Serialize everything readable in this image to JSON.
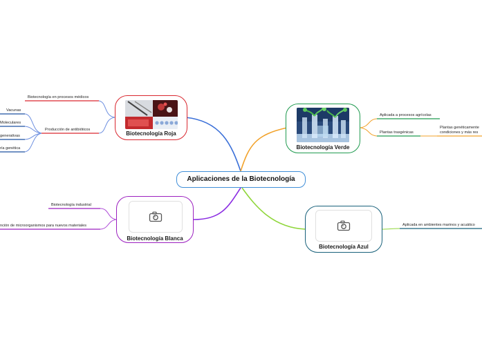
{
  "central": {
    "title": "Aplicaciones de la Biotecnología"
  },
  "nodes": {
    "roja": {
      "title": "Biotecnología Roja",
      "color": "#d9262e"
    },
    "verde": {
      "title": "Biotecnología Verde",
      "color": "#1f9a4f"
    },
    "blanca": {
      "title": "Biotecnología Blanca",
      "color": "#9b1fbf"
    },
    "azul": {
      "title": "Biotecnología Azul",
      "color": "#17607a"
    }
  },
  "leaves": {
    "roja_procesos": "Biotecnología en procesos médicos",
    "roja_antibioticos": "Producción de antibióticos",
    "roja_vacunas": "Vacunas",
    "roja_moleculares": "Moleculares",
    "roja_regenerativas": "generativas",
    "roja_genetica": "ría genética",
    "verde_agricolas": "Aplicada a procesos agrícolas",
    "verde_trasgenicas": "Plantas trasgénicas",
    "verde_geneticamente_1": "Plantas genéticamente",
    "verde_geneticamente_2": "condiciones y más res",
    "blanca_industrial": "Biotecnología industrial",
    "blanca_microorganismos": "nción de microorganismos para nuevos materiales",
    "azul_marinos": "Aplicada en ambientes marinos y acuático"
  },
  "icons": {
    "placeholder": "camera-icon"
  },
  "colors": {
    "line_roja": "#3a6fd8",
    "line_verde": "#f2a22a",
    "line_blanca": "#8a2be2",
    "line_azul": "#8fd63a",
    "sub_roja_red": "#d9262e",
    "sub_roja_blue": "#1b4fa0",
    "sub_verde": "#1f9a4f",
    "sub_verde_orange": "#f2a22a",
    "sub_blanca": "#9b1fbf",
    "sub_azul": "#17607a"
  }
}
